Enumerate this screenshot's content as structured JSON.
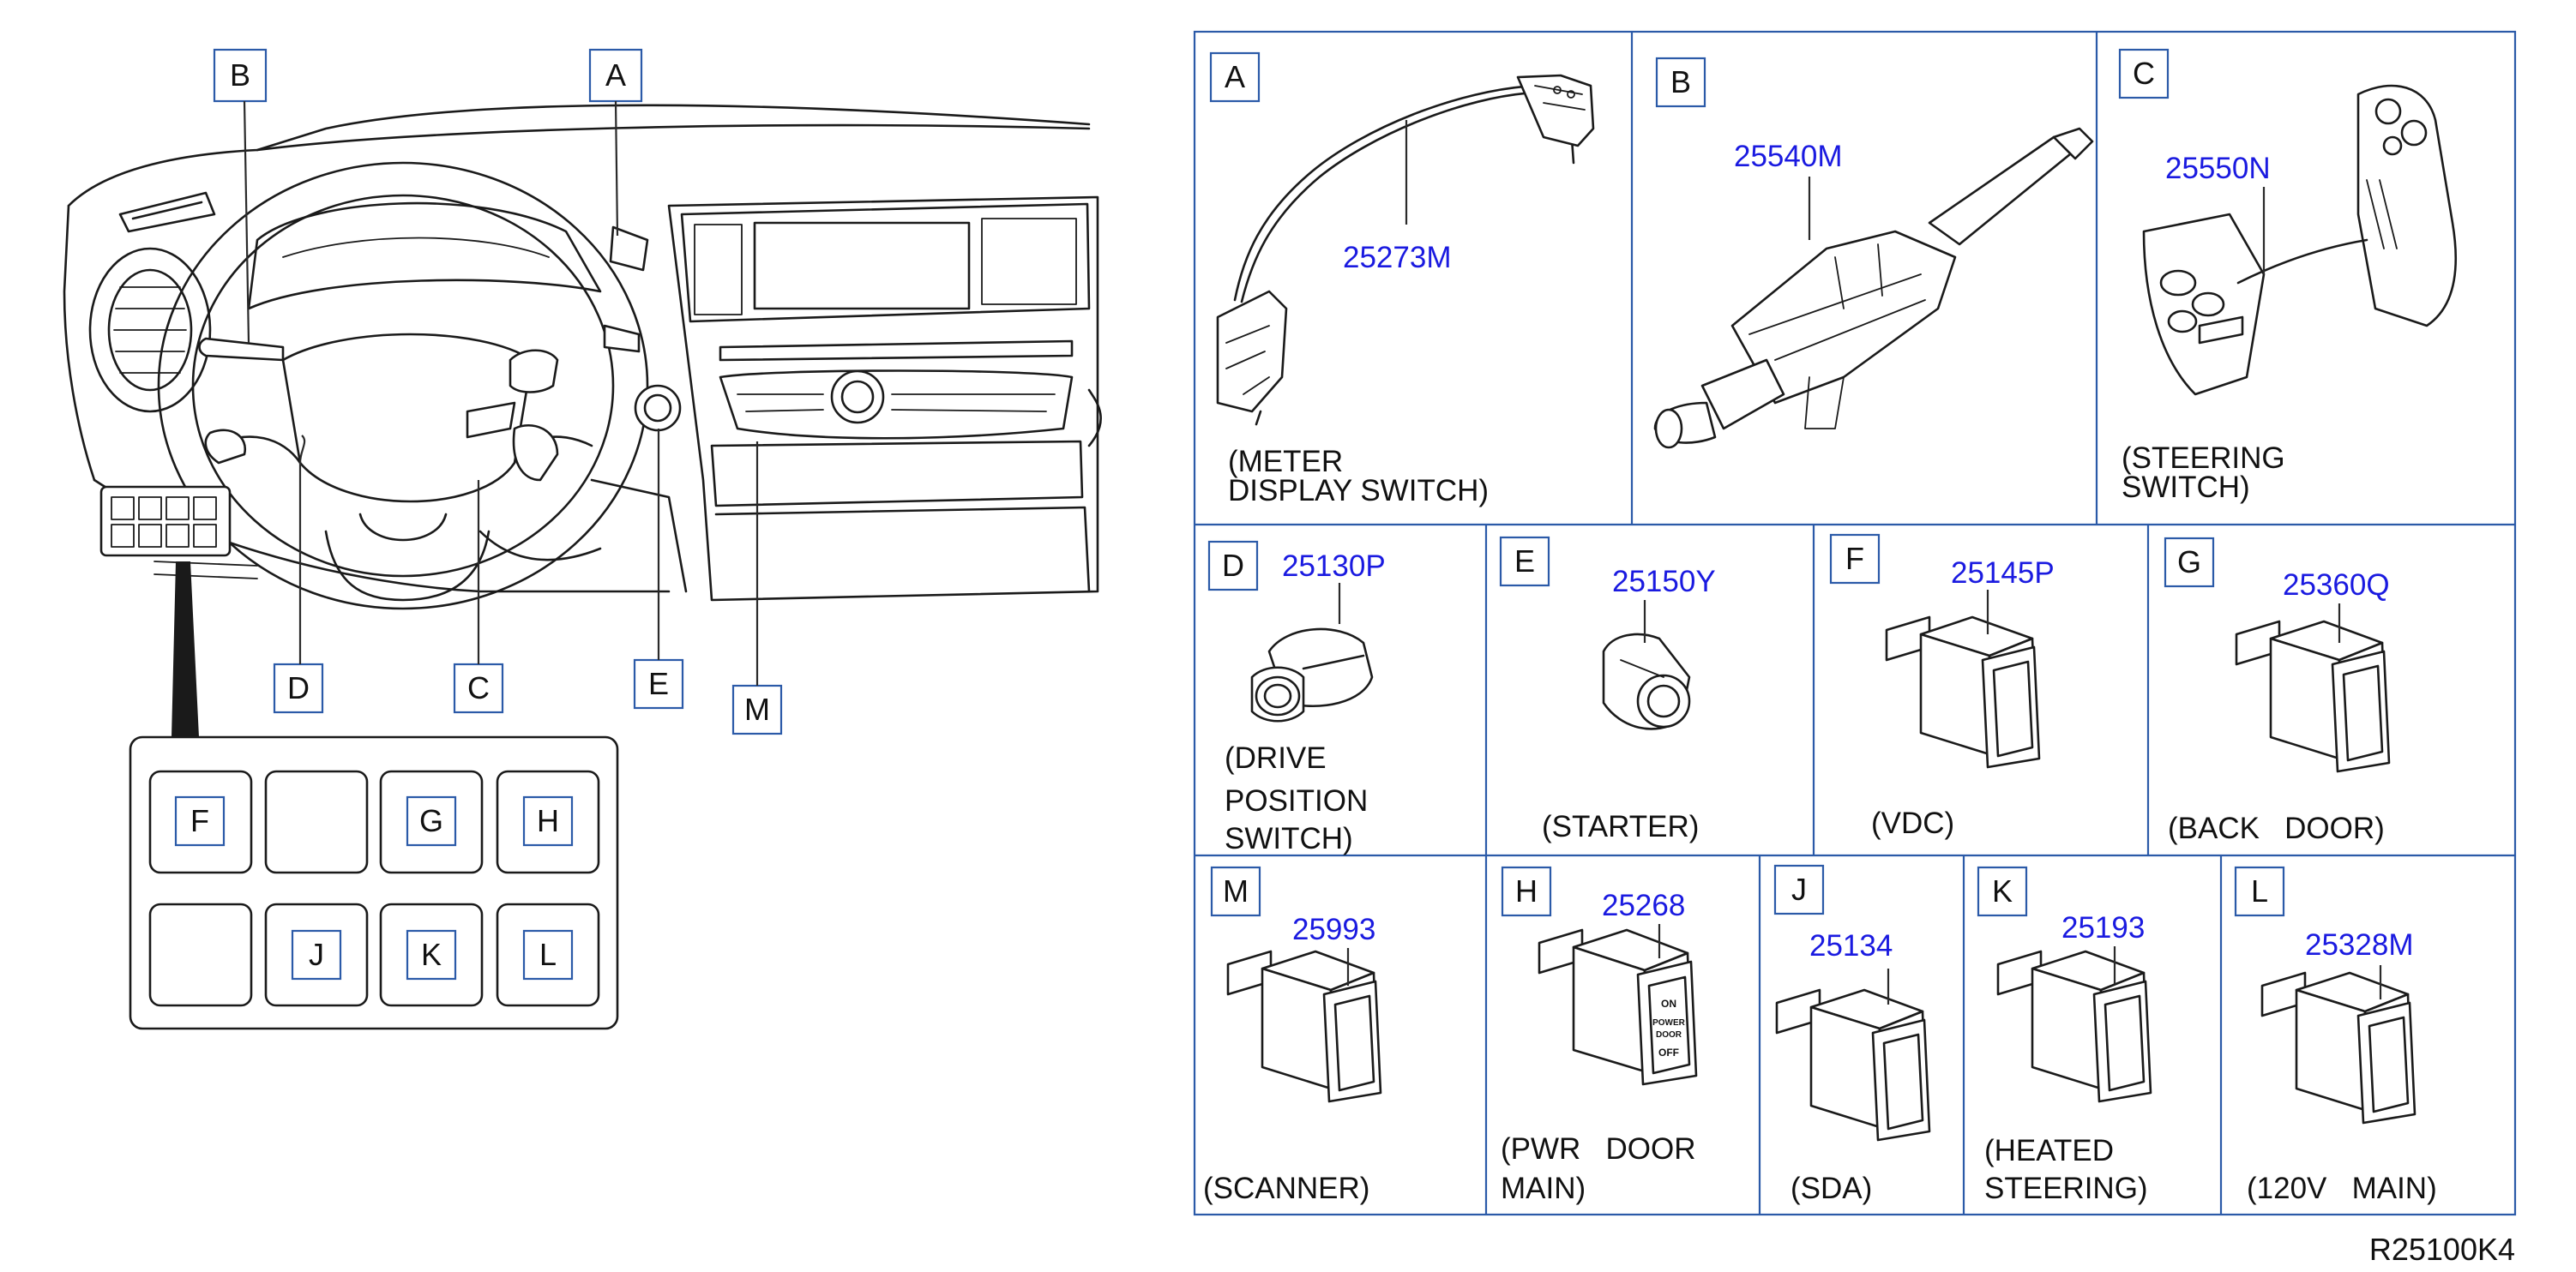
{
  "overview": {
    "callouts": [
      "B",
      "A",
      "D",
      "C",
      "E",
      "M"
    ],
    "panel_keys": [
      "F",
      "",
      "G",
      "H",
      "",
      "J",
      "K",
      "L"
    ]
  },
  "parts": {
    "A": {
      "tag": "A",
      "part_no": "25273M",
      "caption": [
        "(METER",
        "DISPLAY SWITCH)"
      ]
    },
    "B": {
      "tag": "B",
      "part_no": "25540M",
      "caption": []
    },
    "C": {
      "tag": "C",
      "part_no": "25550N",
      "caption": [
        "(STEERING",
        "SWITCH)"
      ]
    },
    "D": {
      "tag": "D",
      "part_no": "25130P",
      "caption": [
        "(DRIVE",
        "POSITION",
        "SWITCH)"
      ]
    },
    "E": {
      "tag": "E",
      "part_no": "25150Y",
      "caption": [
        "(STARTER)"
      ]
    },
    "F": {
      "tag": "F",
      "part_no": "25145P",
      "caption": [
        "(VDC)"
      ]
    },
    "G": {
      "tag": "G",
      "part_no": "25360Q",
      "caption": [
        "(BACK   DOOR)"
      ]
    },
    "M": {
      "tag": "M",
      "part_no": "25993",
      "caption": [
        "(SCANNER)"
      ]
    },
    "H": {
      "tag": "H",
      "part_no": "25268",
      "caption": [
        "(PWR   DOOR",
        "MAIN)"
      ]
    },
    "J": {
      "tag": "J",
      "part_no": "25134",
      "caption": [
        "(SDA)"
      ]
    },
    "K": {
      "tag": "K",
      "part_no": "25193",
      "caption": [
        "(HEATED",
        "STEERING)"
      ]
    },
    "L": {
      "tag": "L",
      "part_no": "25328M",
      "caption": [
        "(120V   MAIN)"
      ]
    }
  },
  "switch_face_text": [
    "ON",
    "POWER",
    "DOOR",
    "OFF"
  ],
  "drawing_ref": "R25100K4",
  "colors": {
    "frame": "#2b5aa8",
    "part_no": "#1a1ae0",
    "line": "#1a1a1a"
  }
}
